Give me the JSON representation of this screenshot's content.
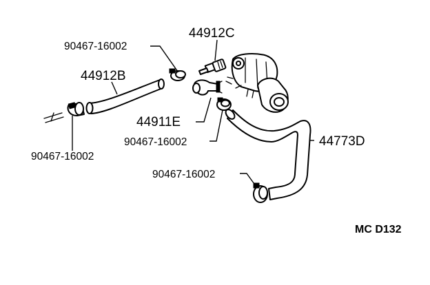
{
  "labels": {
    "p_44912C": "44912C",
    "p_90467_top": "90467-16002",
    "p_44912B": "44912B",
    "p_44911E": "44911E",
    "p_90467_mid": "90467-16002",
    "p_44773D": "44773D",
    "p_90467_left": "90467-16002",
    "p_90467_bottom": "90467-16002",
    "diagram_ref": "MC D132"
  }
}
